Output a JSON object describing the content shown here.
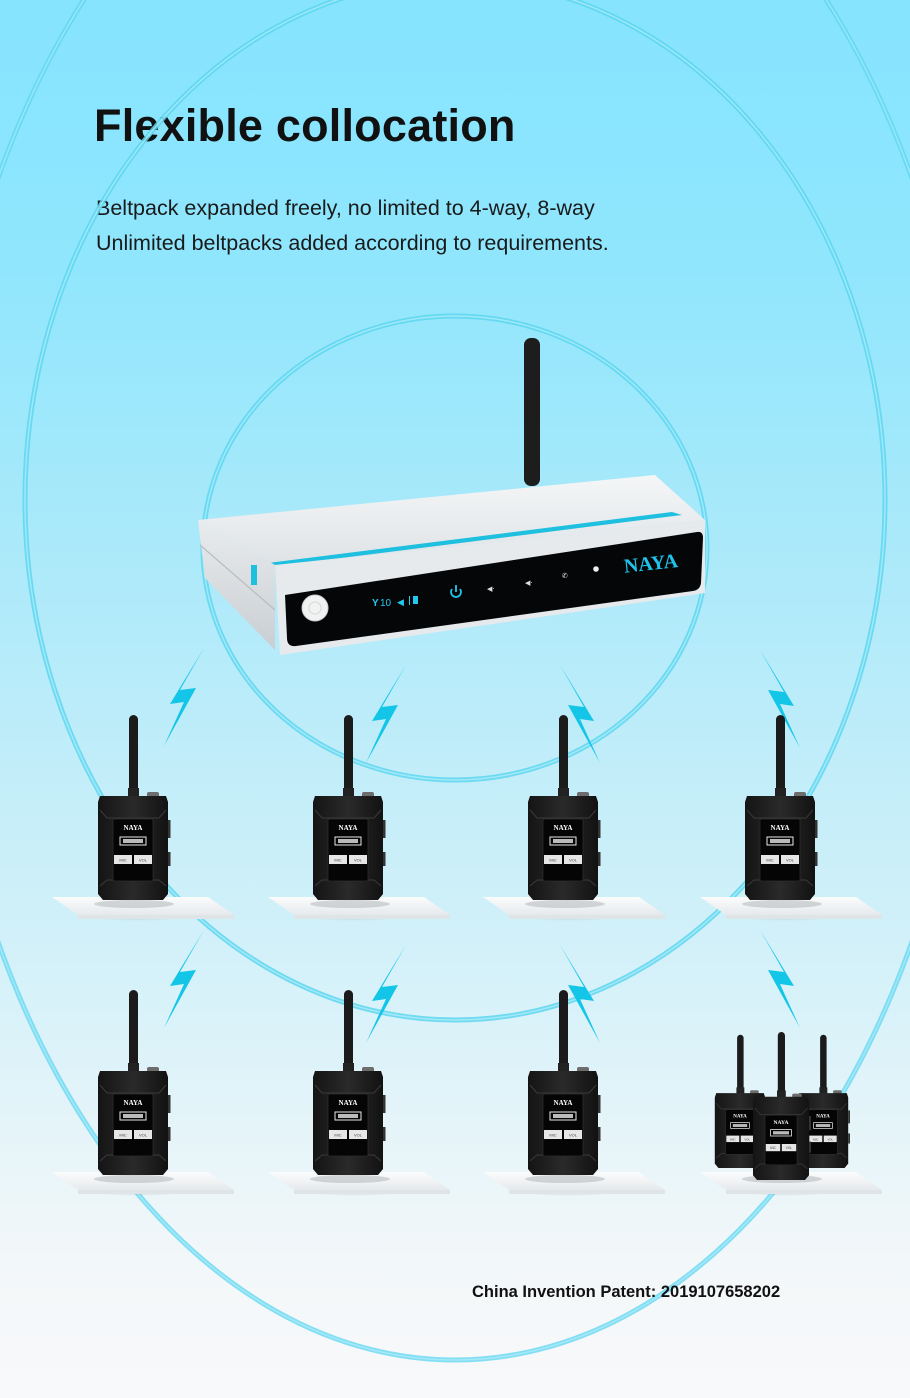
{
  "header": {
    "title": "Flexible collocation",
    "subtitle_lines": [
      "Beltpack expanded freely, no limited to 4-way, 8-way",
      "Unlimited beltpacks added according to requirements."
    ]
  },
  "base_station": {
    "brand": "NAYA",
    "display_text": "10",
    "front_panel_icons": [
      "signal-icon",
      "speaker-icon",
      "battery-icon",
      "power-icon",
      "volume-down-icon",
      "volume-up-icon",
      "call-icon",
      "dot-indicator-icon"
    ]
  },
  "beltpacks": {
    "brand": "NAYA",
    "button_labels": [
      "MIC",
      "VOL"
    ],
    "row1_count": 4,
    "row2_count": 3,
    "group_count": 3
  },
  "signal_links": 8,
  "footer": {
    "patent": "China Invention Patent: 2019107658202"
  },
  "colors": {
    "accent": "#16c3e6",
    "title": "#111111",
    "device_body": "#1e1e1e",
    "background_top": "#86e4ff",
    "background_bottom": "#f8f9fa"
  }
}
